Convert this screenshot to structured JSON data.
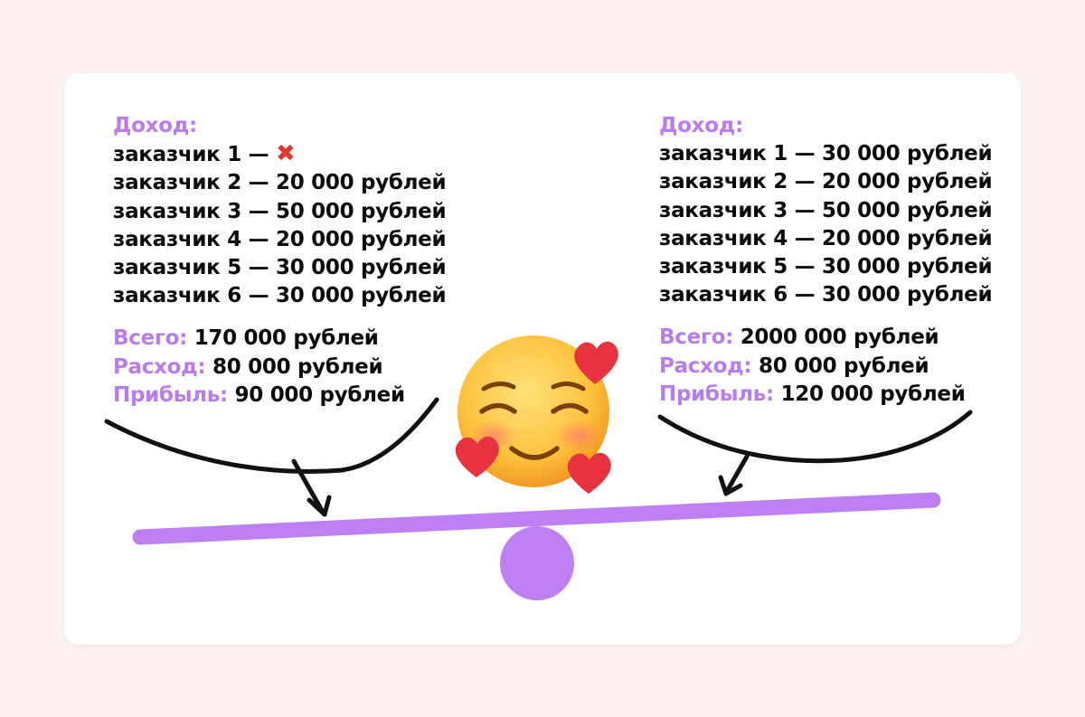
{
  "colors": {
    "accent": "#b87cf0",
    "text": "#0b0b0b",
    "cross": "#e0392b",
    "heart": "#e8323f"
  },
  "left": {
    "income_label": "Доход:",
    "clients": [
      {
        "label": "заказчик 1 —",
        "amount": "",
        "lost": true
      },
      {
        "label": "заказчик 2 —",
        "amount": "20 000 рублей"
      },
      {
        "label": "заказчик 3 —",
        "amount": "50 000 рублей"
      },
      {
        "label": "заказчик 4 —",
        "amount": "20 000 рублей"
      },
      {
        "label": "заказчик 5 —",
        "amount": "30 000 рублей"
      },
      {
        "label": "заказчик 6 —",
        "amount": "30 000 рублей"
      }
    ],
    "total_label": "Всего:",
    "total_value": "170 000 рублей",
    "expense_label": "Расход:",
    "expense_value": "80 000 рублей",
    "profit_label": "Прибыль:",
    "profit_value": "90 000 рублей"
  },
  "right": {
    "income_label": "Доход:",
    "clients": [
      {
        "label": "заказчик 1 —",
        "amount": "30 000 рублей"
      },
      {
        "label": "заказчик 2 —",
        "amount": "20 000 рублей"
      },
      {
        "label": "заказчик 3 —",
        "amount": "50 000 рублей"
      },
      {
        "label": "заказчик 4 —",
        "amount": "20 000 рублей"
      },
      {
        "label": "заказчик 5 —",
        "amount": "30 000 рублей"
      },
      {
        "label": "заказчик 6 —",
        "amount": "30 000 рублей"
      }
    ],
    "total_label": "Всего:",
    "total_value": "2000 000 рублей",
    "expense_label": "Расход:",
    "expense_value": "80 000 рублей",
    "profit_label": "Прибыль:",
    "profit_value": "120 000 рублей"
  },
  "icons": {
    "lost_client": "cross-mark-icon",
    "center_emoji": "smiling-face-with-hearts-icon"
  }
}
